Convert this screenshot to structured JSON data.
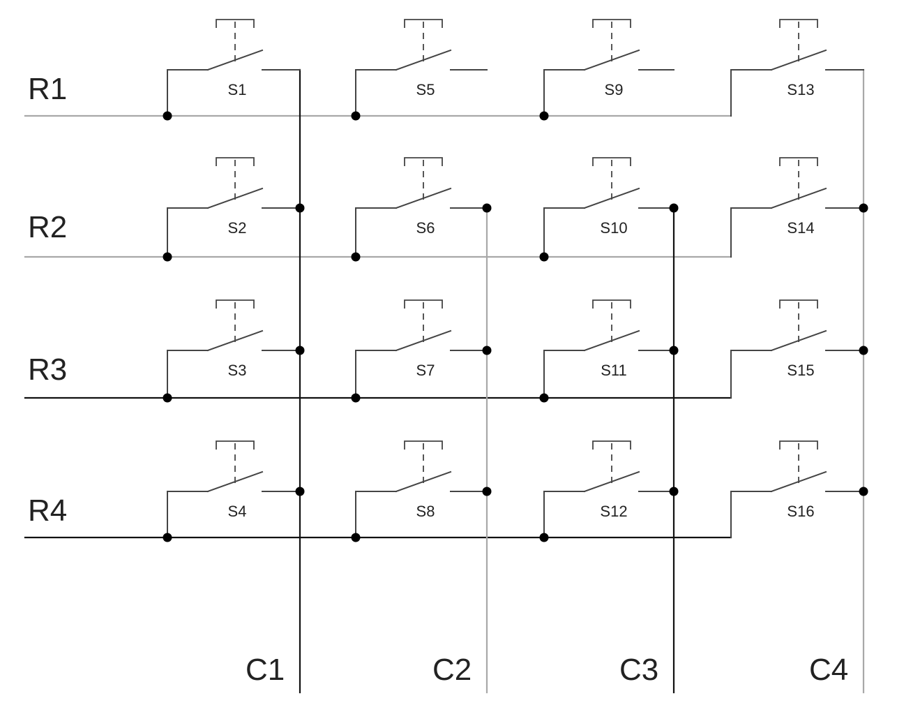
{
  "colors": {
    "background": "#ffffff",
    "wire_dark": "#111111",
    "wire_light": "#a8a8a8",
    "switch_stroke": "#444444",
    "dot": "#000000"
  },
  "rows": [
    {
      "label": "R1",
      "shade": "light"
    },
    {
      "label": "R2",
      "shade": "light"
    },
    {
      "label": "R3",
      "shade": "dark"
    },
    {
      "label": "R4",
      "shade": "dark"
    }
  ],
  "columns": [
    {
      "label": "C1",
      "shade": "dark"
    },
    {
      "label": "C2",
      "shade": "light"
    },
    {
      "label": "C3",
      "shade": "dark"
    },
    {
      "label": "C4",
      "shade": "light"
    }
  ],
  "switches": [
    [
      "S1",
      "S5",
      "S9",
      "S13"
    ],
    [
      "S2",
      "S6",
      "S10",
      "S14"
    ],
    [
      "S3",
      "S7",
      "S11",
      "S15"
    ],
    [
      "S4",
      "S8",
      "S12",
      "S16"
    ]
  ]
}
